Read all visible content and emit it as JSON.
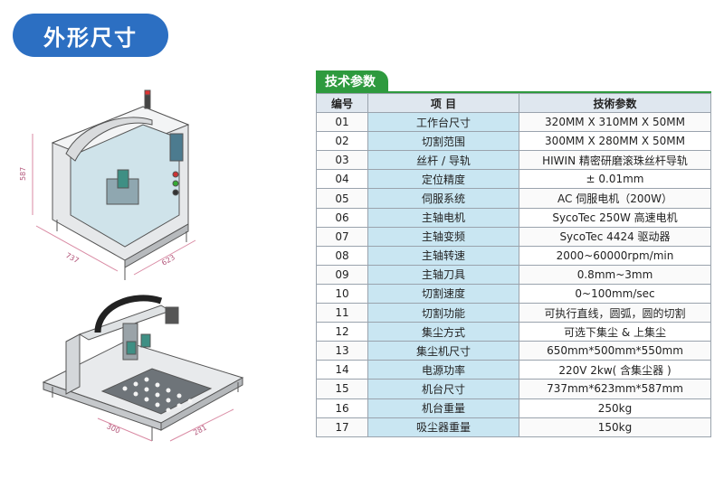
{
  "section_title": "外形尺寸",
  "spec_tab": "技术参数",
  "dimensions": {
    "height_label": "587",
    "depth_label": "737",
    "width_label": "623",
    "stroke_x": "300",
    "stroke_y": "281"
  },
  "table": {
    "headers": [
      "编号",
      "项 目",
      "技術参数"
    ],
    "rows": [
      {
        "no": "01",
        "item": "工作台尺寸",
        "value": "320MM X 310MM X 50MM"
      },
      {
        "no": "02",
        "item": "切割范围",
        "value": "300MM X 280MM X 50MM"
      },
      {
        "no": "03",
        "item": "丝杆 / 导轨",
        "value": "HIWIN 精密研磨滚珠丝杆导轨"
      },
      {
        "no": "04",
        "item": "定位精度",
        "value": "± 0.01mm"
      },
      {
        "no": "05",
        "item": "伺服系统",
        "value": "AC 伺服电机（200W）"
      },
      {
        "no": "06",
        "item": "主轴电机",
        "value": "SycoTec 250W 高速电机"
      },
      {
        "no": "07",
        "item": "主轴变频",
        "value": "SycoTec 4424 驱动器"
      },
      {
        "no": "08",
        "item": "主轴转速",
        "value": "2000~60000rpm/min"
      },
      {
        "no": "09",
        "item": "主轴刀具",
        "value": "0.8mm~3mm"
      },
      {
        "no": "10",
        "item": "切割速度",
        "value": "0~100mm/sec"
      },
      {
        "no": "11",
        "item": "切割功能",
        "value": "可执行直线，圆弧，圆的切割"
      },
      {
        "no": "12",
        "item": "集尘方式",
        "value": "可选下集尘 & 上集尘"
      },
      {
        "no": "13",
        "item": "集尘机尺寸",
        "value": "650mm*500mm*550mm"
      },
      {
        "no": "14",
        "item": "电源功率",
        "value": "220V 2kw( 含集尘器 )"
      },
      {
        "no": "15",
        "item": "机台尺寸",
        "value": "737mm*623mm*587mm"
      },
      {
        "no": "16",
        "item": "机台重量",
        "value": "250kg"
      },
      {
        "no": "17",
        "item": "吸尘器重量",
        "value": "150kg"
      }
    ]
  }
}
